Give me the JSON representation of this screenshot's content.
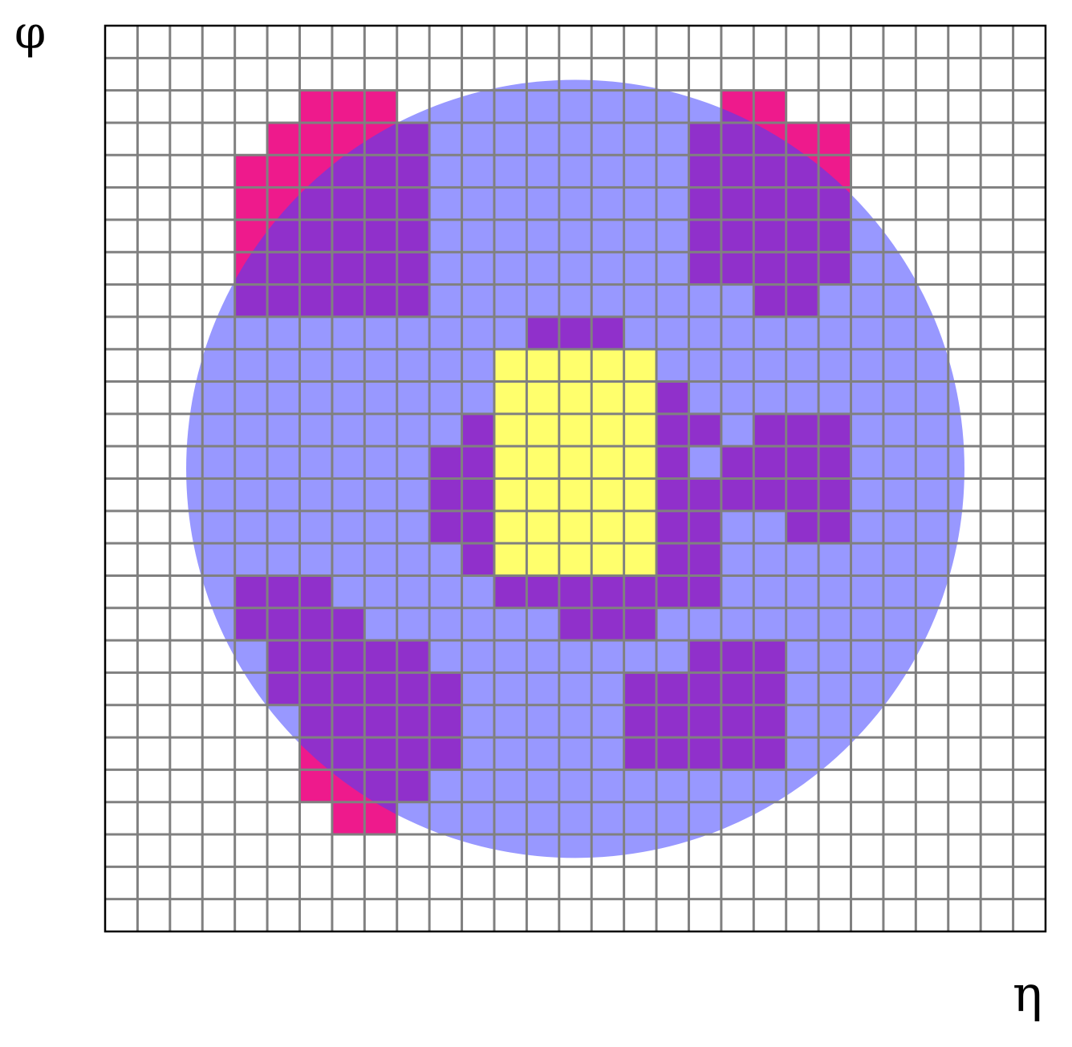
{
  "axes": {
    "x_label": "η",
    "y_label": "φ"
  },
  "grid": {
    "cols": 29,
    "rows": 28
  },
  "colors": {
    "background": "#ffffff",
    "grid_line": "#808080",
    "frame": "#000000",
    "cluster_cell": "#ee1a8c",
    "cone": "#4444ff",
    "cone_opacity": 0.55,
    "seed_block": "#ffff6c"
  },
  "cone": {
    "center_col": 14.5,
    "center_row": 13.7,
    "radius_cells": 12
  },
  "seed_block": {
    "col_start": 12,
    "col_end": 16,
    "row_start": 10,
    "row_end": 16
  },
  "cluster_cells": [
    [
      2,
      6
    ],
    [
      2,
      7
    ],
    [
      2,
      8
    ],
    [
      3,
      5
    ],
    [
      3,
      6
    ],
    [
      3,
      7
    ],
    [
      3,
      8
    ],
    [
      3,
      9
    ],
    [
      4,
      4
    ],
    [
      4,
      5
    ],
    [
      4,
      6
    ],
    [
      4,
      7
    ],
    [
      4,
      8
    ],
    [
      4,
      9
    ],
    [
      5,
      4
    ],
    [
      5,
      5
    ],
    [
      5,
      6
    ],
    [
      5,
      7
    ],
    [
      5,
      8
    ],
    [
      5,
      9
    ],
    [
      6,
      4
    ],
    [
      6,
      5
    ],
    [
      6,
      6
    ],
    [
      6,
      7
    ],
    [
      6,
      8
    ],
    [
      6,
      9
    ],
    [
      7,
      4
    ],
    [
      7,
      5
    ],
    [
      7,
      6
    ],
    [
      7,
      7
    ],
    [
      7,
      8
    ],
    [
      7,
      9
    ],
    [
      8,
      4
    ],
    [
      8,
      5
    ],
    [
      8,
      6
    ],
    [
      8,
      7
    ],
    [
      8,
      8
    ],
    [
      8,
      9
    ],
    [
      2,
      19
    ],
    [
      2,
      20
    ],
    [
      3,
      18
    ],
    [
      3,
      19
    ],
    [
      3,
      20
    ],
    [
      3,
      21
    ],
    [
      3,
      22
    ],
    [
      4,
      18
    ],
    [
      4,
      19
    ],
    [
      4,
      20
    ],
    [
      4,
      21
    ],
    [
      4,
      22
    ],
    [
      5,
      18
    ],
    [
      5,
      19
    ],
    [
      5,
      20
    ],
    [
      5,
      21
    ],
    [
      5,
      22
    ],
    [
      6,
      18
    ],
    [
      6,
      19
    ],
    [
      6,
      20
    ],
    [
      6,
      21
    ],
    [
      6,
      22
    ],
    [
      7,
      18
    ],
    [
      7,
      19
    ],
    [
      7,
      20
    ],
    [
      7,
      21
    ],
    [
      7,
      22
    ],
    [
      8,
      20
    ],
    [
      8,
      21
    ],
    [
      9,
      13
    ],
    [
      9,
      14
    ],
    [
      9,
      15
    ],
    [
      10,
      12
    ],
    [
      10,
      13
    ],
    [
      10,
      14
    ],
    [
      10,
      15
    ],
    [
      10,
      16
    ],
    [
      11,
      17
    ],
    [
      12,
      17
    ],
    [
      13,
      17
    ],
    [
      14,
      17
    ],
    [
      15,
      17
    ],
    [
      12,
      18
    ],
    [
      14,
      18
    ],
    [
      15,
      18
    ],
    [
      16,
      18
    ],
    [
      17,
      18
    ],
    [
      16,
      17
    ],
    [
      12,
      11
    ],
    [
      13,
      11
    ],
    [
      14,
      11
    ],
    [
      15,
      11
    ],
    [
      16,
      11
    ],
    [
      13,
      10
    ],
    [
      14,
      10
    ],
    [
      15,
      10
    ],
    [
      17,
      12
    ],
    [
      17,
      13
    ],
    [
      17,
      14
    ],
    [
      17,
      15
    ],
    [
      17,
      16
    ],
    [
      17,
      17
    ],
    [
      18,
      14
    ],
    [
      18,
      15
    ],
    [
      18,
      16
    ],
    [
      12,
      20
    ],
    [
      12,
      21
    ],
    [
      12,
      22
    ],
    [
      13,
      20
    ],
    [
      13,
      21
    ],
    [
      13,
      22
    ],
    [
      14,
      20
    ],
    [
      14,
      21
    ],
    [
      14,
      22
    ],
    [
      15,
      21
    ],
    [
      15,
      22
    ],
    [
      13,
      19
    ],
    [
      14,
      19
    ],
    [
      17,
      4
    ],
    [
      17,
      5
    ],
    [
      17,
      6
    ],
    [
      18,
      4
    ],
    [
      18,
      5
    ],
    [
      18,
      6
    ],
    [
      18,
      7
    ],
    [
      19,
      5
    ],
    [
      19,
      6
    ],
    [
      19,
      7
    ],
    [
      19,
      8
    ],
    [
      19,
      9
    ],
    [
      20,
      5
    ],
    [
      20,
      6
    ],
    [
      20,
      7
    ],
    [
      20,
      8
    ],
    [
      20,
      9
    ],
    [
      20,
      10
    ],
    [
      21,
      6
    ],
    [
      21,
      7
    ],
    [
      21,
      8
    ],
    [
      21,
      9
    ],
    [
      21,
      10
    ],
    [
      22,
      6
    ],
    [
      22,
      7
    ],
    [
      22,
      8
    ],
    [
      22,
      9
    ],
    [
      22,
      10
    ],
    [
      23,
      6
    ],
    [
      23,
      7
    ],
    [
      23,
      8
    ],
    [
      23,
      9
    ],
    [
      24,
      7
    ],
    [
      24,
      8
    ],
    [
      19,
      18
    ],
    [
      19,
      19
    ],
    [
      19,
      20
    ],
    [
      20,
      16
    ],
    [
      20,
      17
    ],
    [
      20,
      18
    ],
    [
      20,
      19
    ],
    [
      20,
      20
    ],
    [
      21,
      16
    ],
    [
      21,
      17
    ],
    [
      21,
      18
    ],
    [
      21,
      19
    ],
    [
      21,
      20
    ],
    [
      22,
      16
    ],
    [
      22,
      17
    ],
    [
      22,
      18
    ],
    [
      22,
      19
    ],
    [
      22,
      20
    ]
  ]
}
